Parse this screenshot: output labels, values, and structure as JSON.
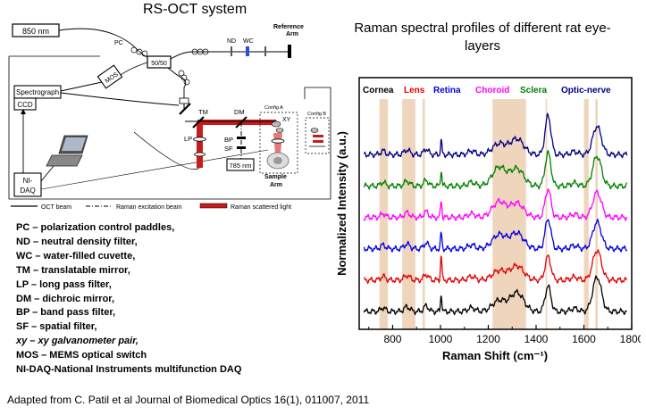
{
  "left_title": "RS-OCT system",
  "right_title": "Raman spectral profiles of different rat eye-layers",
  "schematic": {
    "source": "850 nm",
    "pc": "PC",
    "mos": "MOS",
    "coupler": "50/50",
    "nd": "ND",
    "wc": "WC",
    "reference_line1": "Reference",
    "reference_line2": "Arm",
    "spectrograph": "Spectrograph",
    "ccd": "CCD",
    "nidaq_line1": "NI-",
    "nidaq_line2": "DAQ",
    "tm": "TM",
    "dm": "DM",
    "lp": "LP",
    "bp": "BP",
    "sf": "SF",
    "laser": "785 nm",
    "xy": "XY",
    "config_a": "Config A",
    "config_b": "Config B",
    "sample_line1": "Sample",
    "sample_line2": "Arm",
    "legend_oct": "OCT beam",
    "legend_raman_exc": "Raman excitation beam",
    "legend_raman_sc": "Raman scattered light"
  },
  "abbreviations": [
    "PC – polarization control paddles,",
    "ND – neutral density filter,",
    "WC – water-filled cuvette,",
    "TM – translatable mirror,",
    "LP – long pass filter,",
    "DM – dichroic mirror,",
    "BP – band pass filter,",
    "SF – spatial filter,",
    "xy – xy galvanometer pair,",
    "MOS – MEMS optical switch",
    "NI-DAQ-National Instruments multifunction DAQ"
  ],
  "citation": "Adapted from C. Patil et al Journal of Biomedical Optics 16(1), 011007, 2011",
  "chart_data": {
    "type": "line",
    "xlabel": "Raman Shift (cm⁻¹)",
    "ylabel": "Normalized Intensity (a.u.)",
    "xlim": [
      660,
      1800
    ],
    "xticks": [
      800,
      1000,
      1200,
      1400,
      1600,
      1800
    ],
    "y_ticks_shown": false,
    "legend_position": "top",
    "highlight_bands": [
      [
        745,
        780
      ],
      [
        840,
        895
      ],
      [
        925,
        935
      ],
      [
        1218,
        1358
      ],
      [
        1440,
        1446
      ],
      [
        1600,
        1620
      ],
      [
        1648,
        1658
      ]
    ],
    "peak_positions": [
      1003,
      1320,
      1450,
      1655
    ],
    "series": [
      {
        "name": "Cornea",
        "color": "#000000",
        "offset": 0.0,
        "peaks": [
          [
            1003,
            0.55
          ],
          [
            1245,
            0.35
          ],
          [
            1320,
            0.6
          ],
          [
            1450,
            0.8
          ],
          [
            1655,
            1.1
          ]
        ]
      },
      {
        "name": "Lens",
        "color": "#e00000",
        "offset": 1.0,
        "peaks": [
          [
            1003,
            0.8
          ],
          [
            1245,
            0.3
          ],
          [
            1320,
            0.45
          ],
          [
            1450,
            0.75
          ],
          [
            1655,
            0.95
          ]
        ]
      },
      {
        "name": "Retina",
        "color": "#0000e0",
        "offset": 2.0,
        "peaks": [
          [
            1003,
            0.5
          ],
          [
            1245,
            0.45
          ],
          [
            1320,
            0.5
          ],
          [
            1450,
            0.95
          ],
          [
            1655,
            0.85
          ]
        ]
      },
      {
        "name": "Choroid",
        "color": "#ff00ff",
        "offset": 3.0,
        "peaks": [
          [
            1003,
            0.55
          ],
          [
            1245,
            0.5
          ],
          [
            1320,
            0.45
          ],
          [
            1450,
            0.9
          ],
          [
            1655,
            0.8
          ]
        ]
      },
      {
        "name": "Sclera",
        "color": "#008000",
        "offset": 4.0,
        "peaks": [
          [
            1003,
            0.5
          ],
          [
            1245,
            0.6
          ],
          [
            1320,
            0.55
          ],
          [
            1450,
            1.05
          ],
          [
            1655,
            0.95
          ]
        ]
      },
      {
        "name": "Optic-nerve",
        "color": "#000080",
        "offset": 5.0,
        "peaks": [
          [
            1003,
            0.45
          ],
          [
            1245,
            0.35
          ],
          [
            1320,
            0.5
          ],
          [
            1450,
            1.25
          ],
          [
            1655,
            0.9
          ]
        ]
      }
    ]
  }
}
